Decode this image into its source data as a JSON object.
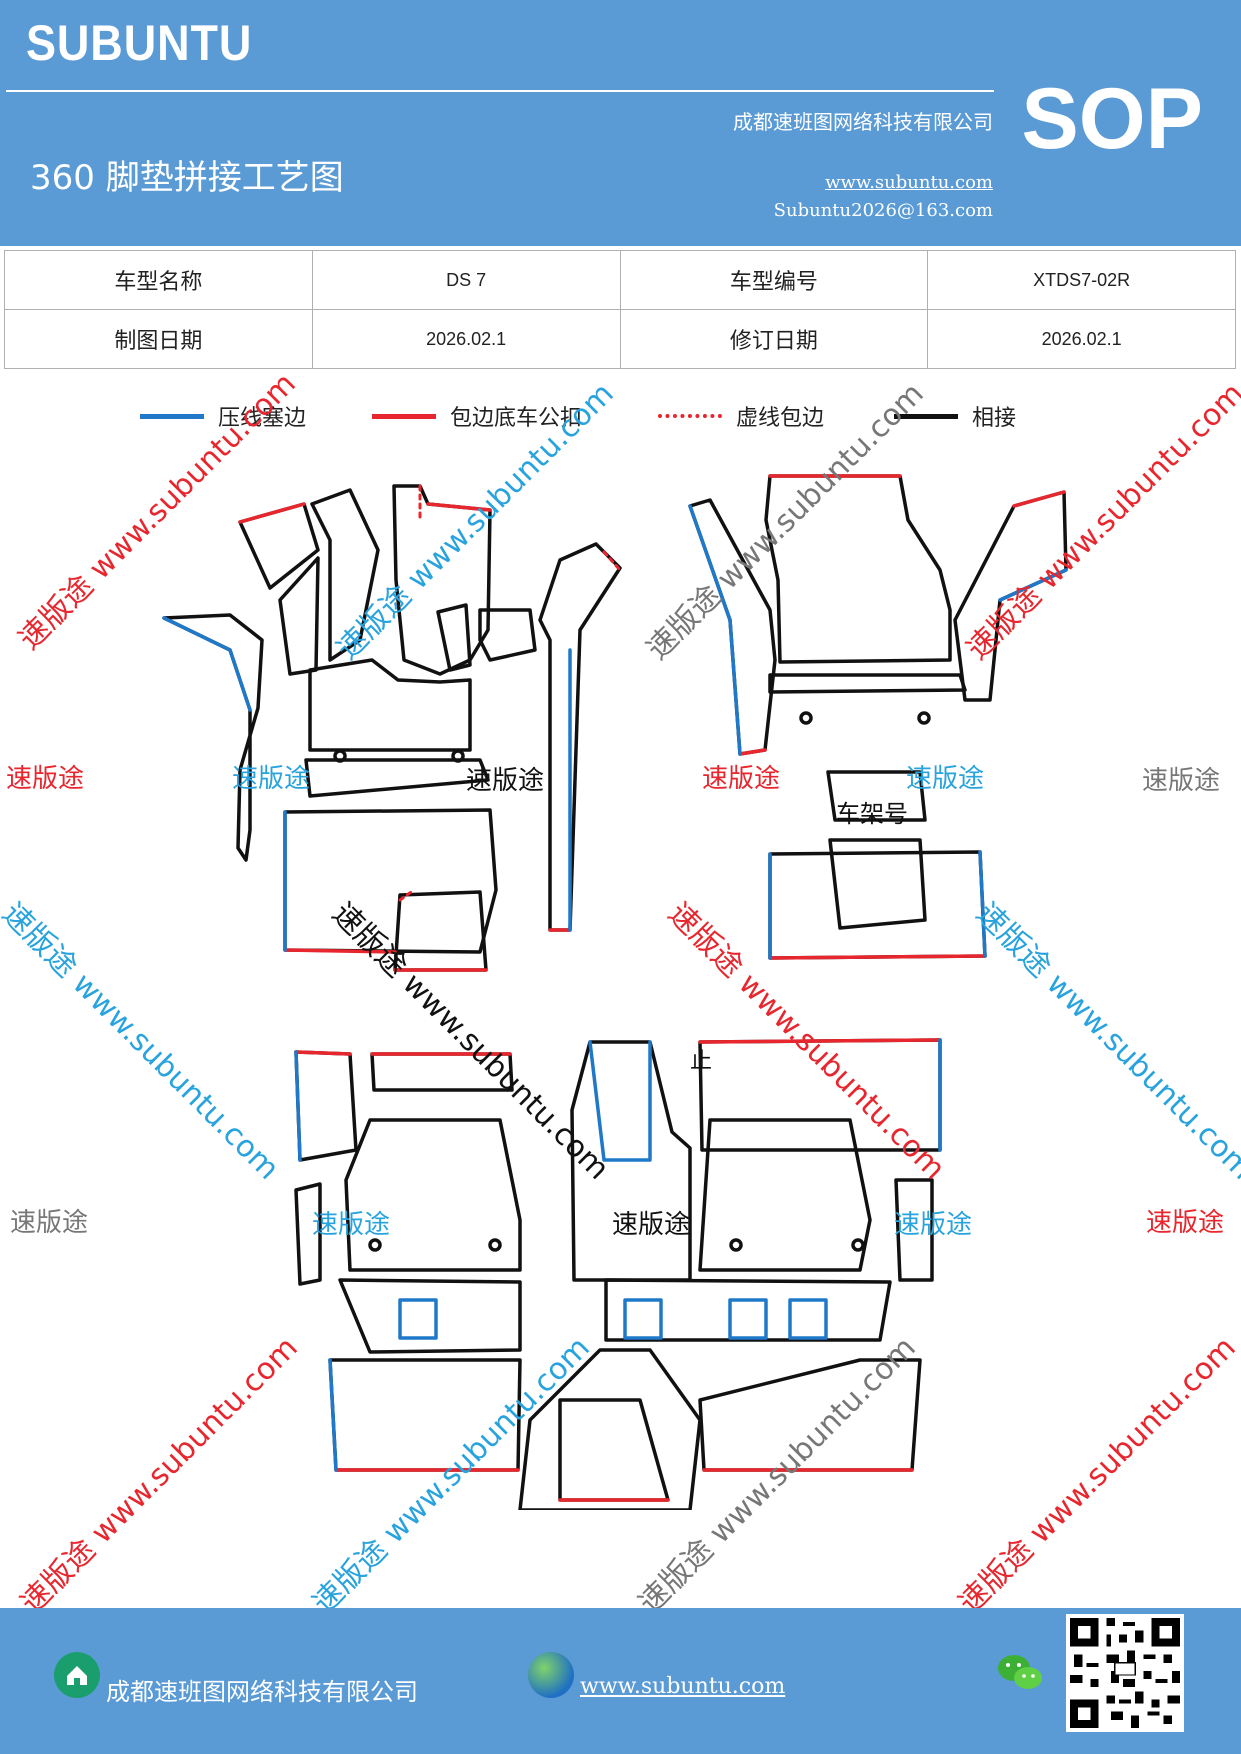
{
  "header": {
    "brand": "SUBUNTU",
    "company": "成都速班图网络科技有限公司",
    "title": "360 脚垫拼接工艺图",
    "website": "www.subuntu.com",
    "email": "Subuntu2026@163.com",
    "badge": "SOP"
  },
  "info": {
    "row1": {
      "label1": "车型名称",
      "value1": "DS 7",
      "label2": "车型编号",
      "value2": "XTDS7-02R"
    },
    "row2": {
      "label1": "制图日期",
      "value1": "2026.02.1",
      "label2": "修订日期",
      "value2": "2026.02.1"
    }
  },
  "legend": [
    {
      "label": "压线塞边",
      "color": "#1f78c8",
      "style": "solid"
    },
    {
      "label": "包边底车公扣",
      "color": "#e8262e",
      "style": "solid"
    },
    {
      "label": "虚线包边",
      "color": "#e8262e",
      "style": "dotted"
    },
    {
      "label": "相接",
      "color": "#111111",
      "style": "solid"
    }
  ],
  "diagram": {
    "label_frame": "车架号",
    "label_stop": "止"
  },
  "watermarks": {
    "brand_cn": "速版途",
    "brand_url": "www.subuntu.com",
    "combined": "速版途 www.subuntu.com"
  },
  "footer": {
    "company": "成都速班图网络科技有限公司",
    "website": "www.subuntu.com"
  },
  "colors": {
    "header_bg": "#5b9bd5",
    "blue": "#1f78c8",
    "red": "#e8262e",
    "black": "#111111"
  }
}
